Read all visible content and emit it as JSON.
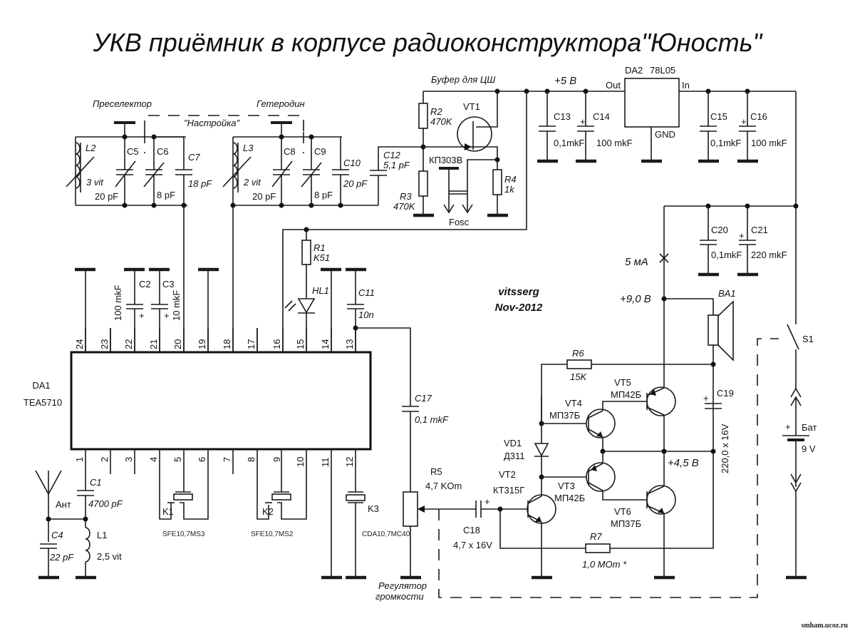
{
  "title": "УКВ приёмник в корпусе радиоконструктора\"Юность\"",
  "author": "vitsserg",
  "date": "Nov-2012",
  "watermark": "smham.ucoz.ru",
  "sections": {
    "preselector": "Преселектор",
    "heterodyne": "Гетеродин",
    "tuning": "\"Настройка\"",
    "buffer": "Буфер для ЦШ",
    "volume_line1": "Регулятор",
    "volume_line2": "громкости"
  },
  "voltages": {
    "v5": "+5 В",
    "v9": "+9,0 В",
    "v45": "+4,5 В",
    "current": "5 мА"
  },
  "ic": {
    "ref": "DA1",
    "part": "TEA5710",
    "pins_top": [
      "24",
      "23",
      "22",
      "21",
      "20",
      "19",
      "18",
      "17",
      "16",
      "15",
      "14",
      "13"
    ],
    "pins_bottom": [
      "1",
      "2",
      "3",
      "4",
      "5",
      "6",
      "7",
      "8",
      "9",
      "10",
      "11",
      "12"
    ]
  },
  "regulator": {
    "ref": "DA2",
    "part": "78L05",
    "out": "Out",
    "in": "In",
    "gnd": "GND"
  },
  "components": {
    "L2": {
      "ref": "L2",
      "value": "3 vit"
    },
    "L3": {
      "ref": "L3",
      "value": "2 vit"
    },
    "L1": {
      "ref": "L1",
      "value": "2,5 vit"
    },
    "C1": {
      "ref": "C1",
      "value": "4700 pF"
    },
    "C2": {
      "ref": "C2",
      "value": "100 mkF"
    },
    "C3": {
      "ref": "C3",
      "value": "10 mkF"
    },
    "C4": {
      "ref": "C4",
      "value": "22 pF"
    },
    "C5": {
      "ref": "C5",
      "value": "20 pF"
    },
    "C6": {
      "ref": "C6",
      "value": "8 pF"
    },
    "C7": {
      "ref": "C7",
      "value": "18 pF"
    },
    "C8": {
      "ref": "C8",
      "value": "20 pF"
    },
    "C9": {
      "ref": "C9",
      "value": "8 pF"
    },
    "C10": {
      "ref": "C10",
      "value": "20 pF"
    },
    "C11": {
      "ref": "C11",
      "value": "10n"
    },
    "C12": {
      "ref": "C12",
      "value": "5,1 pF"
    },
    "C13": {
      "ref": "C13",
      "value": "0,1mkF"
    },
    "C14": {
      "ref": "C14",
      "value": "100 mkF"
    },
    "C15": {
      "ref": "C15",
      "value": "0,1mkF"
    },
    "C16": {
      "ref": "C16",
      "value": "100 mkF"
    },
    "C17": {
      "ref": "C17",
      "value": "0,1 mkF"
    },
    "C18": {
      "ref": "C18",
      "value": "4,7 x 16V"
    },
    "C19": {
      "ref": "C19",
      "value": "220,0 x 16V"
    },
    "C20": {
      "ref": "C20",
      "value": "0,1mkF"
    },
    "C21": {
      "ref": "C21",
      "value": "220 mkF"
    },
    "R1": {
      "ref": "R1",
      "value": "K51"
    },
    "R2": {
      "ref": "R2",
      "value": "470K"
    },
    "R3": {
      "ref": "R3",
      "value": "470K"
    },
    "R4": {
      "ref": "R4",
      "value": "1k"
    },
    "R5": {
      "ref": "R5",
      "value": "4,7 KOm"
    },
    "R6": {
      "ref": "R6",
      "value": "15K"
    },
    "R7": {
      "ref": "R7",
      "value": "1,0 MOm *"
    },
    "VT1": {
      "ref": "VT1",
      "value": "КП303В"
    },
    "VT2": {
      "ref": "VT2",
      "value": "КТ315Г"
    },
    "VT3": {
      "ref": "VT3",
      "value": "МП42Б"
    },
    "VT4": {
      "ref": "VT4",
      "value": "МП37Б"
    },
    "VT5": {
      "ref": "VT5",
      "value": "МП42Б"
    },
    "VT6": {
      "ref": "VT6",
      "value": "МП37Б"
    },
    "VD1": {
      "ref": "VD1",
      "value": "Д311"
    },
    "HL1": {
      "ref": "HL1"
    },
    "K1": {
      "ref": "K1",
      "value": "SFE10,7MS3"
    },
    "K2": {
      "ref": "K2",
      "value": "SFE10,7MS2"
    },
    "K3": {
      "ref": "K3",
      "value": "CDA10,7MC40"
    },
    "BA1": {
      "ref": "BA1"
    },
    "S1": {
      "ref": "S1"
    },
    "BAT": {
      "ref": "Бат",
      "value": "9 V",
      "plus": "+"
    },
    "ANT": {
      "ref": "Ант"
    },
    "FOSC": {
      "ref": "Fosc"
    }
  },
  "plus_sign": "+"
}
